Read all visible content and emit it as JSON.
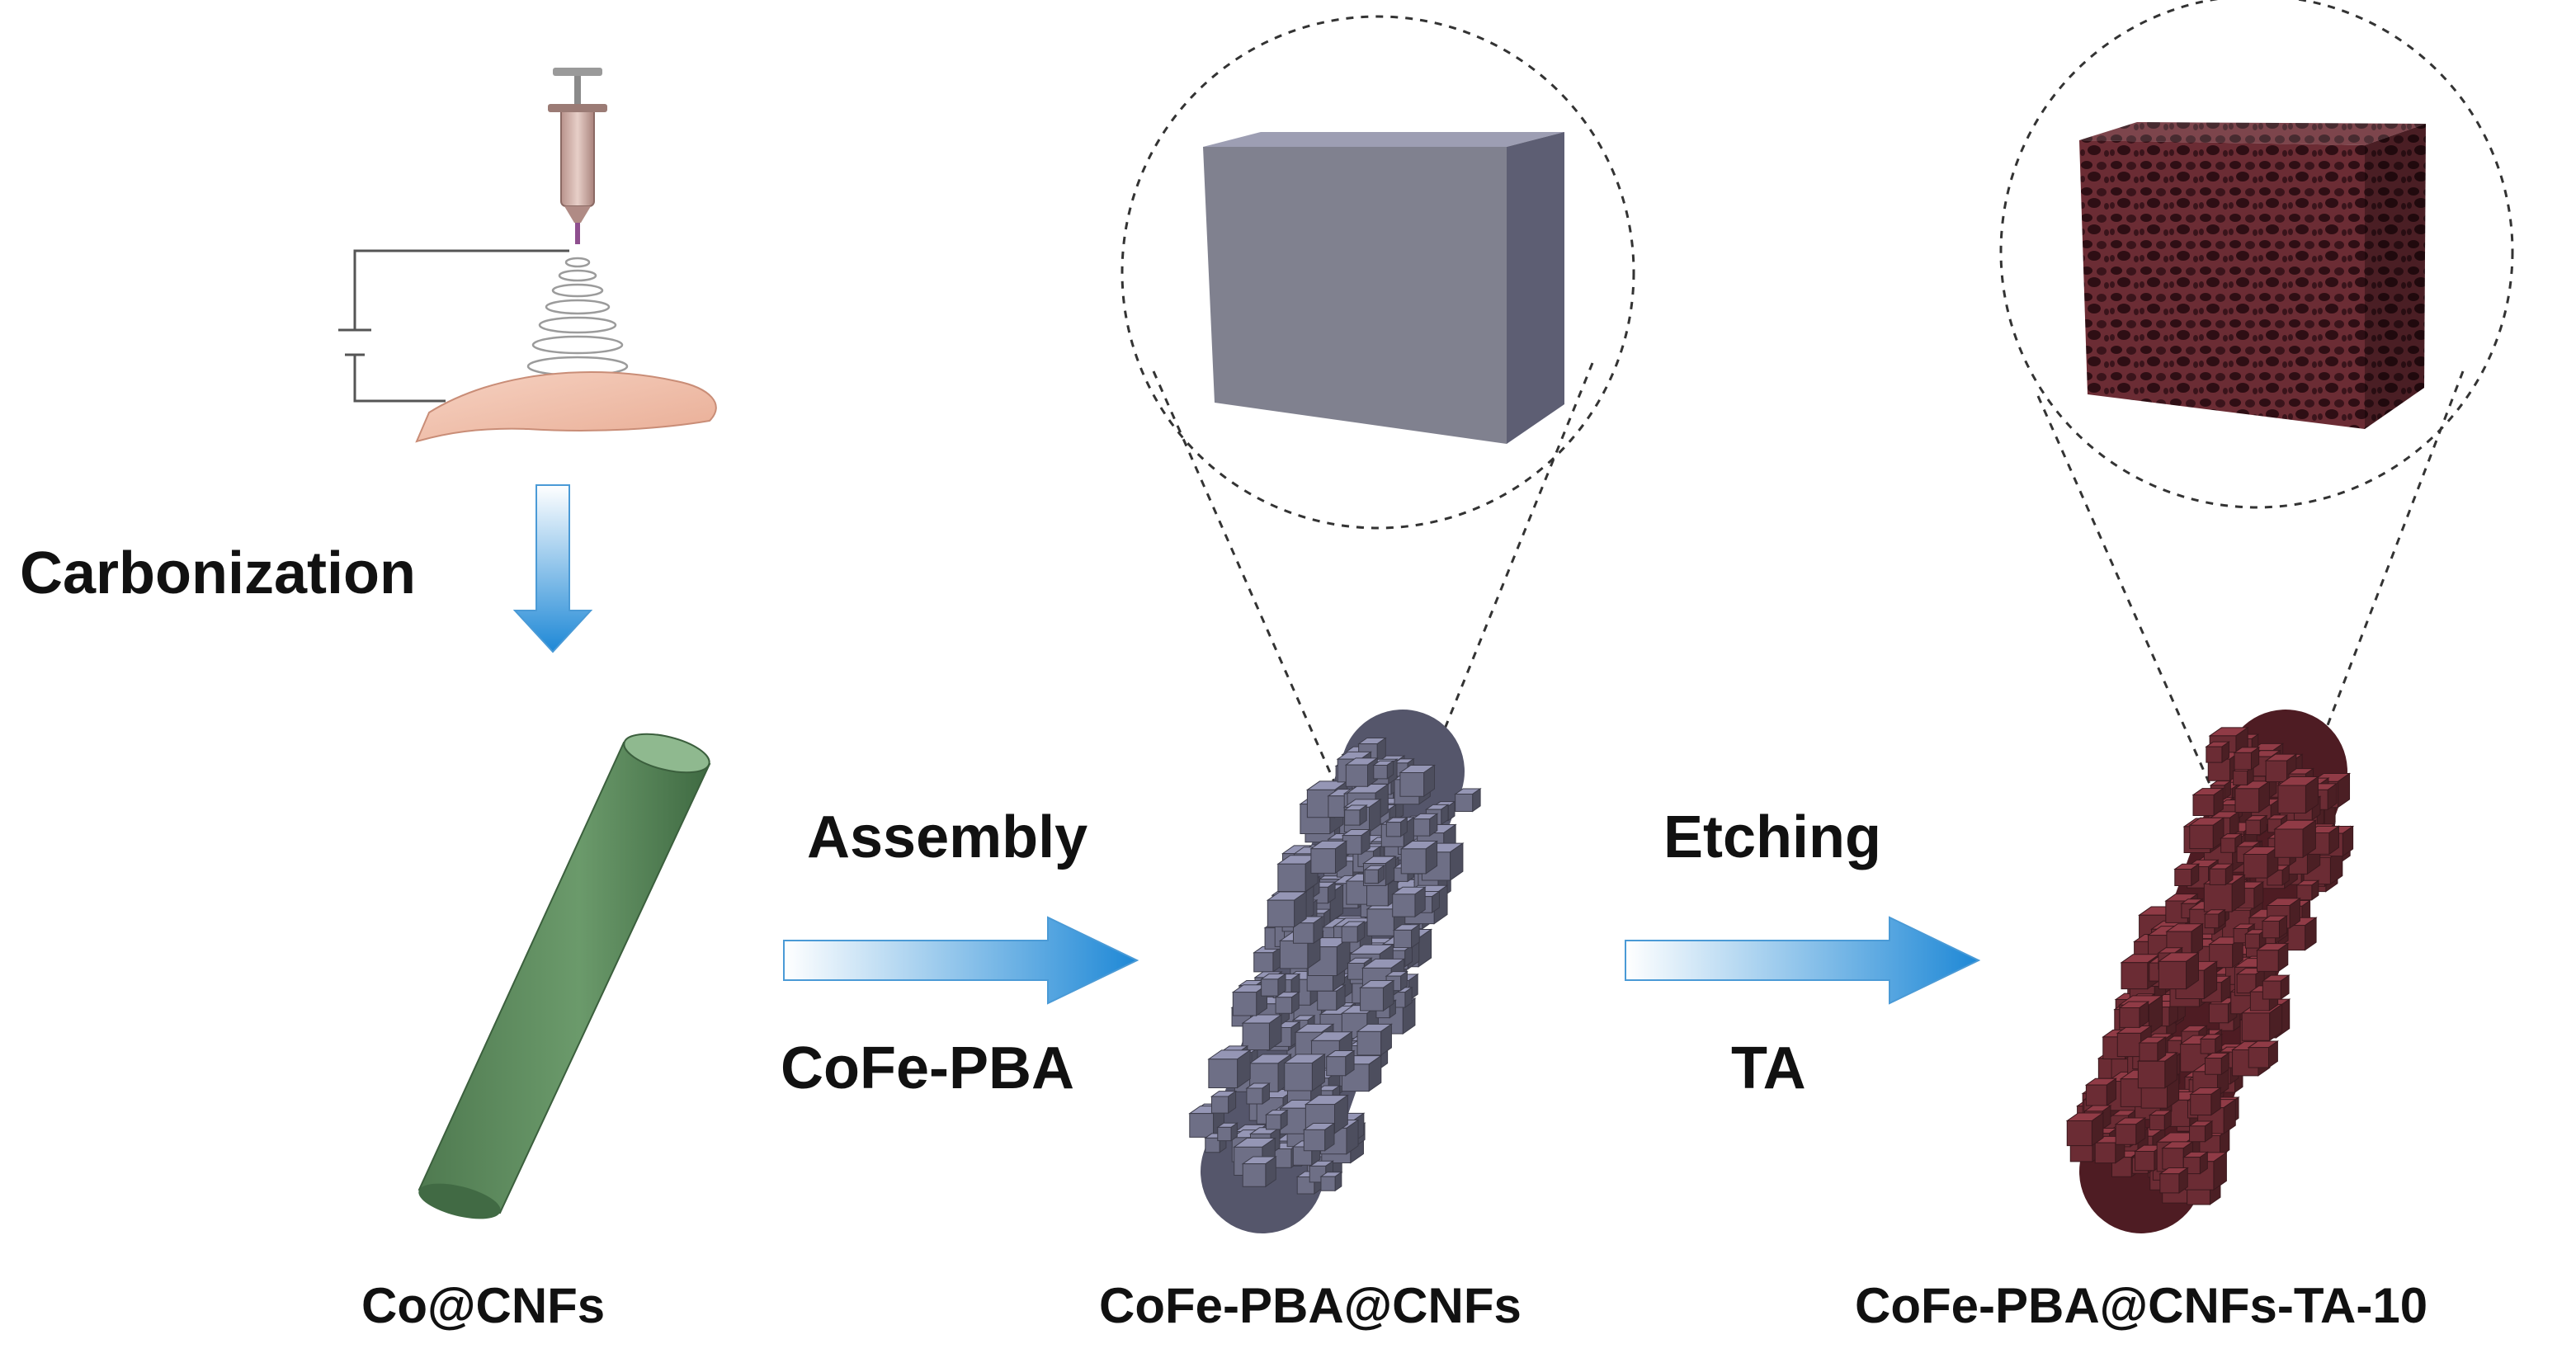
{
  "steps": {
    "carbonization": "Carbonization",
    "assembly": "Assembly",
    "assembly_reagent": "CoFe-PBA",
    "etching": "Etching",
    "etching_reagent": "TA"
  },
  "products": {
    "fiber": "Co@CNFs",
    "pba_fiber": "CoFe-PBA@CNFs",
    "etched_fiber": "CoFe-PBA@CNFs-TA-10"
  },
  "colors": {
    "arrow_start": "#ffffff",
    "arrow_end": "#1e88d6",
    "arrow_outline": "#3a8fd0",
    "fiber_green": "#5e8a5e",
    "pba_cube": "#6e6f86",
    "etched_cube": "#6b2c34",
    "substrate": "#f2c4b0",
    "syringe": "#c9a39b"
  },
  "icons": [
    "electrospinning-setup",
    "flow-arrow-down",
    "flow-arrow-right",
    "magnifier-circle",
    "solid-cube",
    "porous-cube"
  ]
}
